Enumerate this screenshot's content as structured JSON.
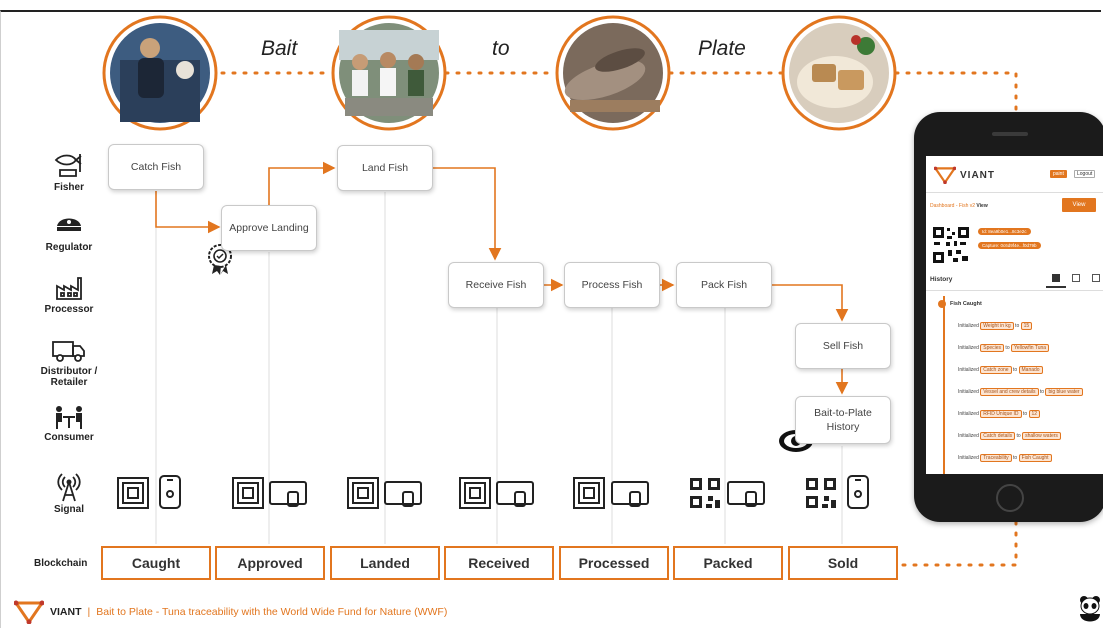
{
  "header": {
    "word1": "Bait",
    "word2": "to",
    "word3": "Plate"
  },
  "roles": [
    "Fisher",
    "Regulator",
    "Processor",
    "Distributor / Retailer",
    "Consumer",
    "Signal"
  ],
  "steps": [
    "Catch Fish",
    "Approve Landing",
    "Land Fish",
    "Receive Fish",
    "Process Fish",
    "Pack Fish",
    "Sell Fish",
    "Bait-to-Plate History"
  ],
  "blockchain": {
    "label": "Blockchain",
    "states": [
      "Caught",
      "Approved",
      "Landed",
      "Received",
      "Processed",
      "Packed",
      "Sold"
    ]
  },
  "footer": {
    "brand": "VIANT",
    "separator": "|",
    "subtitle": "Bait to Plate - Tuna traceability with the World Wide Fund for Nature (WWF)"
  },
  "phone_app": {
    "brand": "VIANT",
    "nav": [
      "paint",
      "Logout"
    ],
    "breadcrumb": "Dashboard - Fish v2",
    "breadcrumb_current": "View",
    "view_button": "View",
    "qr_tags": [
      "Id: 8ea9b0e1...8c3e2c",
      "Capture: 0c6d9f4e...f0d79b"
    ],
    "history_label": "History",
    "event_title": "Fish Caught",
    "rows": [
      {
        "action": "Initialized",
        "field": "Weight in kg",
        "value": "15"
      },
      {
        "action": "Initialized",
        "field": "Species",
        "value": "Yellowfin Tuna"
      },
      {
        "action": "Initialized",
        "field": "Catch zone",
        "value": "Manado"
      },
      {
        "action": "Initialized",
        "field": "Vessel and crew details",
        "value": "big blue water"
      },
      {
        "action": "Initialized",
        "field": "RFID Unique ID",
        "value": "12"
      },
      {
        "action": "Initialized",
        "field": "Catch details",
        "value": "shallow waters"
      },
      {
        "action": "Initialized",
        "field": "Traceability",
        "value": "Fish Caught"
      }
    ]
  },
  "colors": {
    "accent": "#e2761f",
    "border": "#c9c9c9",
    "text": "#222222"
  }
}
